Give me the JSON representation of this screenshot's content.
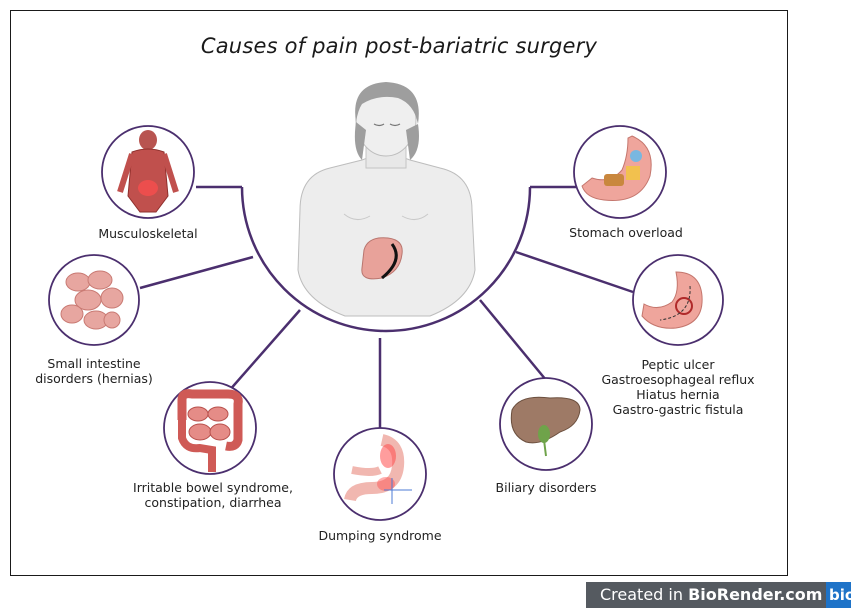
{
  "title": "Causes of pain post-bariatric surgery",
  "causes": {
    "musculoskeletal": [
      "Musculoskeletal"
    ],
    "small_intestine": [
      "Small intestine",
      "disorders (hernias)"
    ],
    "ibs": [
      "Irritable bowel syndrome,",
      "constipation, diarrhea"
    ],
    "dumping": [
      "Dumping syndrome"
    ],
    "biliary": [
      "Biliary disorders"
    ],
    "peptic": [
      "Peptic ulcer",
      "Gastroesophageal reflux",
      "Hiatus hernia",
      "Gastro-gastric fistula"
    ],
    "stomach_overload": [
      "Stomach overload"
    ]
  },
  "badge": {
    "prefix": "Created in ",
    "brand": "BioRender.com",
    "logo": "bio"
  },
  "colors": {
    "connector": "#4b2f6e",
    "organ": "#e6a8a0",
    "muscle": "#c0504d",
    "body": "#eeeeee"
  }
}
